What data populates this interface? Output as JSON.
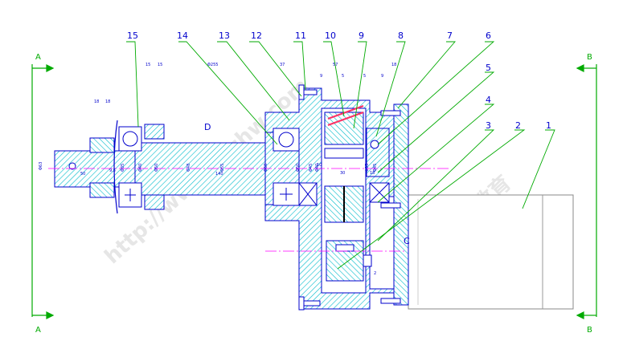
{
  "part_labels": [
    "15",
    "14",
    "13",
    "12",
    "11",
    "10",
    "9",
    "8",
    "7",
    "6",
    "5",
    "4",
    "3",
    "2",
    "1"
  ],
  "section_labels": {
    "left": "A",
    "right": "B"
  },
  "region_labels": {
    "d": "D",
    "c": "C"
  },
  "dimensions": {
    "top": [
      "18",
      "18",
      "15",
      "15",
      "Φ255",
      "37",
      "57",
      "18",
      "9",
      "5",
      "5",
      "9",
      "2"
    ],
    "left": [
      "Φ63"
    ],
    "shaft": [
      "Φ35",
      "Φ40",
      "Φ50",
      "Φ48",
      "Φ55",
      "Φ60",
      "Φ50",
      "Φ45",
      "Φ40",
      "Φ35",
      "Φ45"
    ],
    "horizontal": [
      "50",
      "9.5",
      "140",
      "30",
      "10",
      "18"
    ]
  },
  "watermark": [
    "http://www.yzzhw.com",
    "易智教育"
  ],
  "colors": {
    "outline": "#0000cc",
    "leader": "#00aa00",
    "center": "#ff00ff",
    "hatch": "#00bbcc",
    "motor": "#bbbbbb",
    "gear": "#ff3366"
  }
}
